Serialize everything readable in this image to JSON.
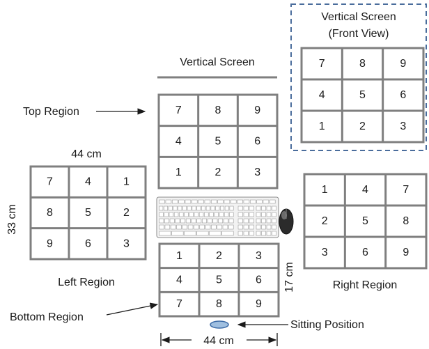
{
  "labels": {
    "vertical_screen": "Vertical Screen",
    "front_view_line1": "Vertical Screen",
    "front_view_line2": "(Front View)",
    "top_region": "Top Region",
    "left_region": "Left Region",
    "right_region": "Right Region",
    "bottom_region": "Bottom Region",
    "sitting_position": "Sitting Position",
    "width_left": "44 cm",
    "height_left": "33 cm",
    "height_bottom": "17 cm",
    "width_bottom": "44 cm"
  },
  "colors": {
    "grid": "#7f7f7f",
    "dashed_box": "#4a6d9c",
    "sitting_fill": "#9fbfe0",
    "sitting_stroke": "#3b6aa6"
  },
  "grids": [
    {
      "id": "front-view",
      "cells": [
        "7",
        "8",
        "9",
        "4",
        "5",
        "6",
        "1",
        "2",
        "3"
      ]
    },
    {
      "id": "top",
      "cells": [
        "7",
        "8",
        "9",
        "4",
        "5",
        "6",
        "1",
        "2",
        "3"
      ]
    },
    {
      "id": "left",
      "cells": [
        "7",
        "4",
        "1",
        "8",
        "5",
        "2",
        "9",
        "6",
        "3"
      ]
    },
    {
      "id": "right",
      "cells": [
        "1",
        "4",
        "7",
        "2",
        "5",
        "8",
        "3",
        "6",
        "9"
      ]
    },
    {
      "id": "bottom",
      "cells": [
        "1",
        "2",
        "3",
        "4",
        "5",
        "6",
        "7",
        "8",
        "9"
      ]
    }
  ],
  "icons": {
    "keyboard": "keyboard-icon",
    "mouse": "mouse-icon"
  }
}
